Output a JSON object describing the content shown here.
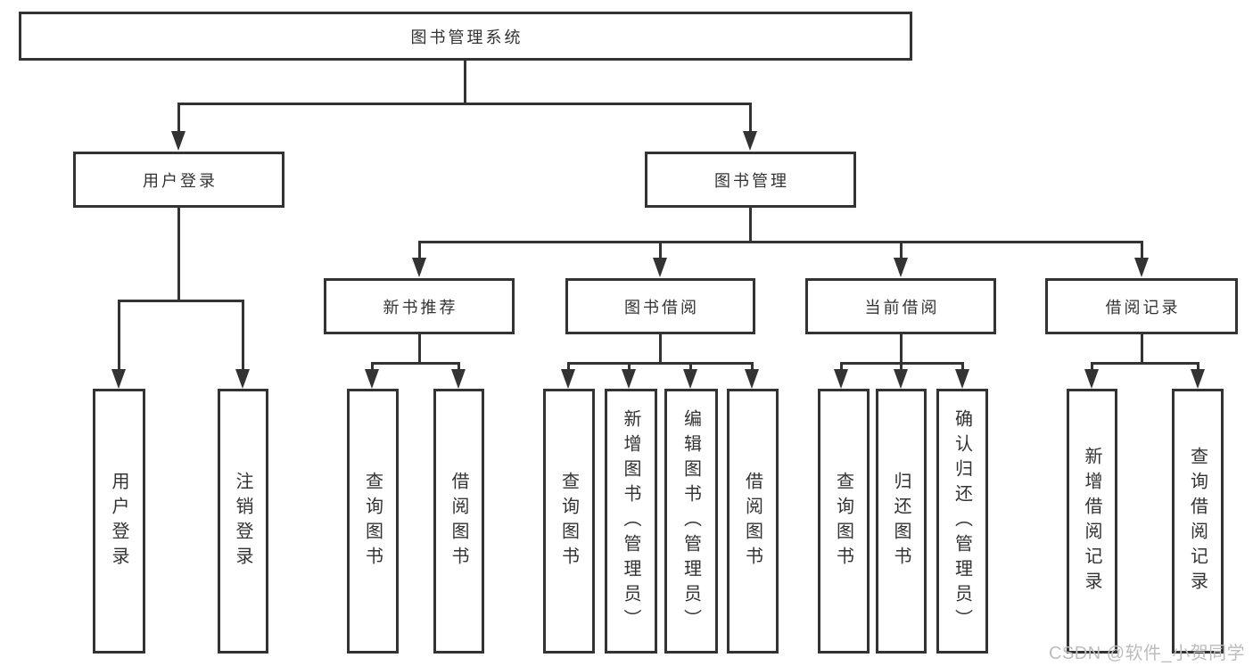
{
  "root": {
    "label": "图书管理系统"
  },
  "branches": [
    {
      "label": "用户登录",
      "children": [
        {
          "label": "用户登录"
        },
        {
          "label": "注销登录"
        }
      ]
    },
    {
      "label": "图书管理",
      "children": [
        {
          "label": "新书推荐",
          "children": [
            {
              "label": "查询图书"
            },
            {
              "label": "借阅图书"
            }
          ]
        },
        {
          "label": "图书借阅",
          "children": [
            {
              "label": "查询图书"
            },
            {
              "label": "新增图书（管理员）"
            },
            {
              "label": "编辑图书（管理员）"
            },
            {
              "label": "借阅图书"
            }
          ]
        },
        {
          "label": "当前借阅",
          "children": [
            {
              "label": "查询图书"
            },
            {
              "label": "归还图书"
            },
            {
              "label": "确认归还（管理员）"
            }
          ]
        },
        {
          "label": "借阅记录",
          "children": [
            {
              "label": "新增借阅记录"
            },
            {
              "label": "查询借阅记录"
            }
          ]
        }
      ]
    }
  ],
  "watermark": {
    "text": "CSDN @软件_小贺同学",
    "color": "#bdbdbd"
  },
  "colors": {
    "line": "#333333",
    "text": "#333333",
    "background": "#ffffff"
  }
}
